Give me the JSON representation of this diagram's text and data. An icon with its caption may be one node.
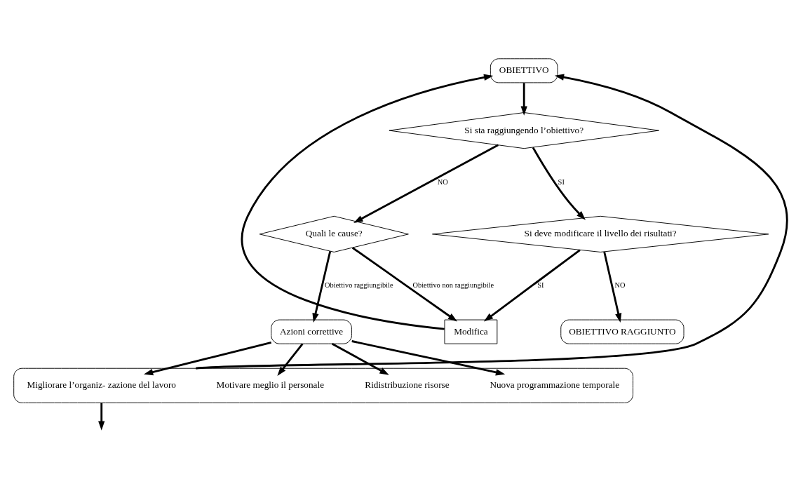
{
  "diagram": {
    "nodes": [
      {
        "text": [
          "OBIETTIVO"
        ]
      },
      {
        "text": [
          "Si sta raggiungendo l’obiettivo?"
        ]
      },
      {
        "text": [
          "Modifica"
        ]
      },
      {
        "text": [
          "Quali le cause?"
        ]
      },
      {
        "text": [
          "Si deve modificare il livello dei risultati?"
        ]
      },
      {
        "text": [
          "OBIETTIVO RAGGIUNTO"
        ]
      },
      {
        "text": [
          "Azioni correttive"
        ]
      },
      {
        "text": [],
        "shape": "box"
      },
      {
        "text": [
          "Ridistribuzione risorse"
        ],
        "in": 7
      },
      {
        "text": [
          "Nuova programmazione temporale"
        ],
        "in": 7
      },
      {
        "text": [
          "Migliorare l’organiz- zazione del lavoro"
        ],
        "in": 7
      },
      {
        "text": [
          "Motivare meglio il personale"
        ],
        "in": 7
      }
    ],
    "edges": [
      {
        "from": 0,
        "to": 1,
        "arrow": "to"
      },
      {
        "from": 1,
        "to": 4,
        "arrow": "to",
        "label": "SI"
      },
      {
        "from": 1,
        "to": 3,
        "arrow": "to",
        "label": "NO"
      },
      {
        "from": 3,
        "to": 2,
        "arrow": "to",
        "label": "Obiettivo non raggiungibile"
      },
      {
        "from": 3,
        "to": 6,
        "arrow": "to",
        "label": "Obiettivo raggiungibile"
      },
      {
        "from": 4,
        "to": 2,
        "arrow": "to",
        "label": "SI"
      },
      {
        "from": 4,
        "to": 5,
        "arrow": "to",
        "label": "NO"
      },
      {
        "from": 2,
        "to": 0,
        "arrow": "to"
      },
      {
        "from": 6,
        "to": 8,
        "arrow": "to"
      },
      {
        "from": 6,
        "to": 9,
        "arrow": "to"
      },
      {
        "from": 6,
        "to": 10,
        "arrow": "to"
      },
      {
        "from": 6,
        "to": 11,
        "arrow": "to"
      },
      {
        "from": 7,
        "to": null,
        "arrow": "to"
      },
      {
        "from": 7,
        "to": 0,
        "arrow": "to"
      }
    ]
  }
}
